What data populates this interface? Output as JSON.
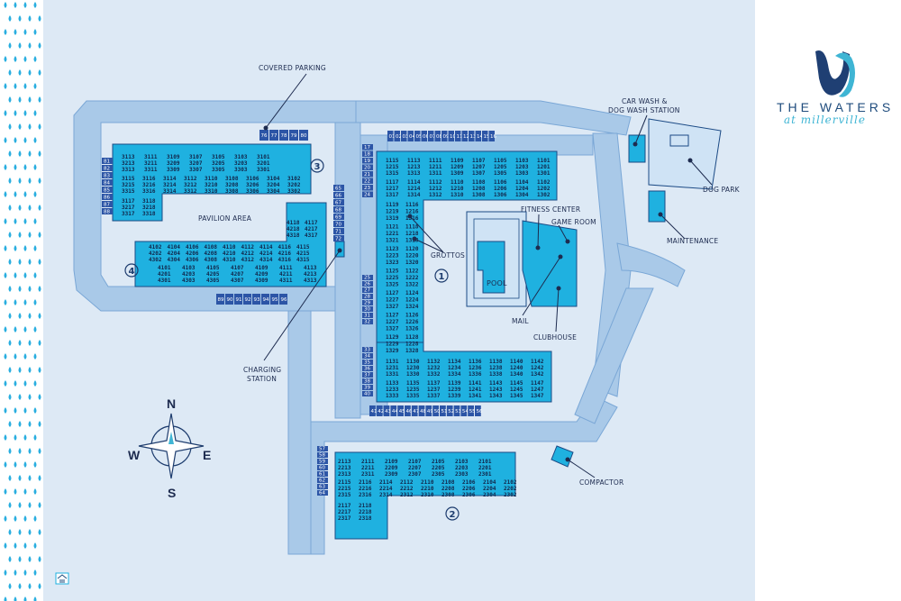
{
  "brand": {
    "title": "THE WATERS",
    "subtitle": "at millerville",
    "logo_colors": {
      "navy": "#1f3f73",
      "aqua": "#3fb5d4"
    }
  },
  "colors": {
    "background": "#dde9f5",
    "road": "#a9c9e8",
    "road_edge": "#7aa7d6",
    "building": "#1fb1e0",
    "building_edge": "#1b4a85",
    "parking_space": "#2c55a6",
    "leader": "#1d2b4f"
  },
  "labels": {
    "covered_parking": "COVERED PARKING",
    "pavilion_area": "PAVILION AREA",
    "car_wash": "CAR WASH &",
    "dog_wash": "DOG WASH STATION",
    "dog_park": "DOG PARK",
    "maintenance": "MAINTENANCE",
    "fitness_center": "FITNESS CENTER",
    "game_room": "GAME ROOM",
    "grottos": "GROTTOS",
    "pool": "POOL",
    "mail": "MAIL",
    "clubhouse": "CLUBHOUSE",
    "charging": "CHARGING",
    "station": "STATION",
    "compactor": "COMPACTOR"
  },
  "compass": {
    "n": "N",
    "s": "S",
    "e": "E",
    "w": "W"
  },
  "building_numbers": [
    "1",
    "2",
    "3",
    "4"
  ],
  "buildings": {
    "b3_row1": [
      "3113",
      "3111",
      "3109",
      "3107",
      "3105",
      "3103",
      "3101"
    ],
    "b3_row2": [
      "3213",
      "3211",
      "3209",
      "3207",
      "3205",
      "3203",
      "3201"
    ],
    "b3_row3": [
      "3313",
      "3311",
      "3309",
      "3307",
      "3305",
      "3303",
      "3301"
    ],
    "b3_row4": [
      "3115",
      "3116",
      "3114",
      "3112",
      "3110",
      "3108",
      "3106",
      "3104",
      "3102"
    ],
    "b3_row5": [
      "3215",
      "3216",
      "3214",
      "3212",
      "3210",
      "3208",
      "3206",
      "3204",
      "3202"
    ],
    "b3_row6": [
      "3315",
      "3316",
      "3314",
      "3312",
      "3310",
      "3308",
      "3306",
      "3304",
      "3302"
    ],
    "b3_row7": [
      "3117",
      "3118"
    ],
    "b3_row8": [
      "3217",
      "3218"
    ],
    "b3_row9": [
      "3317",
      "3318"
    ],
    "b4_top1": [
      "4118",
      "4117"
    ],
    "b4_top2": [
      "4218",
      "4217"
    ],
    "b4_top3": [
      "4318",
      "4317"
    ],
    "b4_row1": [
      "4102",
      "4104",
      "4106",
      "4108",
      "4110",
      "4112",
      "4114",
      "4116",
      "4115"
    ],
    "b4_row2": [
      "4202",
      "4204",
      "4206",
      "4208",
      "4210",
      "4212",
      "4214",
      "4216",
      "4215"
    ],
    "b4_row3": [
      "4302",
      "4304",
      "4306",
      "4308",
      "4310",
      "4312",
      "4314",
      "4316",
      "4315"
    ],
    "b4_row4": [
      "4101",
      "4103",
      "4105",
      "4107",
      "4109",
      "4111",
      "4113"
    ],
    "b4_row5": [
      "4201",
      "4203",
      "4205",
      "4207",
      "4209",
      "4211",
      "4213"
    ],
    "b4_row6": [
      "4301",
      "4303",
      "4305",
      "4307",
      "4309",
      "4311",
      "4313"
    ],
    "b1_top1": [
      "1115",
      "1113",
      "1111",
      "1109",
      "1107",
      "1105",
      "1103",
      "1101"
    ],
    "b1_top2": [
      "1215",
      "1213",
      "1211",
      "1209",
      "1207",
      "1205",
      "1203",
      "1201"
    ],
    "b1_top3": [
      "1315",
      "1313",
      "1311",
      "1309",
      "1307",
      "1305",
      "1303",
      "1301"
    ],
    "b1_top4": [
      "1117",
      "1114",
      "1112",
      "1110",
      "1108",
      "1106",
      "1104",
      "1102"
    ],
    "b1_top5": [
      "1217",
      "1214",
      "1212",
      "1210",
      "1208",
      "1206",
      "1204",
      "1202"
    ],
    "b1_top6": [
      "1317",
      "1314",
      "1312",
      "1310",
      "1308",
      "1306",
      "1304",
      "1302"
    ],
    "b1_left": [
      [
        "1119",
        "1116"
      ],
      [
        "1219",
        "1216"
      ],
      [
        "1319",
        "1316"
      ],
      [
        "1121",
        "1118"
      ],
      [
        "1221",
        "1218"
      ],
      [
        "1321",
        "1318"
      ],
      [
        "1123",
        "1120"
      ],
      [
        "1223",
        "1220"
      ],
      [
        "1323",
        "1320"
      ],
      [
        "1125",
        "1122"
      ],
      [
        "1225",
        "1222"
      ],
      [
        "1325",
        "1322"
      ],
      [
        "1127",
        "1124"
      ],
      [
        "1227",
        "1224"
      ],
      [
        "1327",
        "1324"
      ],
      [
        "1127",
        "1126"
      ],
      [
        "1227",
        "1226"
      ],
      [
        "1327",
        "1326"
      ],
      [
        "1129",
        "1128"
      ],
      [
        "1229",
        "1228"
      ],
      [
        "1329",
        "1328"
      ]
    ],
    "b1_bot1": [
      "1131",
      "1130",
      "1132",
      "1134",
      "1136",
      "1138",
      "1140",
      "1142"
    ],
    "b1_bot2": [
      "1231",
      "1230",
      "1232",
      "1234",
      "1236",
      "1238",
      "1240",
      "1242"
    ],
    "b1_bot3": [
      "1331",
      "1330",
      "1332",
      "1334",
      "1336",
      "1338",
      "1340",
      "1342"
    ],
    "b1_bot4": [
      "1133",
      "1135",
      "1137",
      "1139",
      "1141",
      "1143",
      "1145",
      "1147"
    ],
    "b1_bot5": [
      "1233",
      "1235",
      "1237",
      "1239",
      "1241",
      "1243",
      "1245",
      "1247"
    ],
    "b1_bot6": [
      "1333",
      "1335",
      "1337",
      "1339",
      "1341",
      "1343",
      "1345",
      "1347"
    ],
    "b2_row1": [
      "2113",
      "2111",
      "2109",
      "2107",
      "2105",
      "2103",
      "2101"
    ],
    "b2_row2": [
      "2213",
      "2211",
      "2209",
      "2207",
      "2205",
      "2203",
      "2201"
    ],
    "b2_row3": [
      "2313",
      "2311",
      "2309",
      "2307",
      "2305",
      "2303",
      "2301"
    ],
    "b2_row4": [
      "2115",
      "2116",
      "2114",
      "2112",
      "2110",
      "2108",
      "2106",
      "2104",
      "2102"
    ],
    "b2_row5": [
      "2215",
      "2216",
      "2214",
      "2212",
      "2210",
      "2208",
      "2206",
      "2204",
      "2202"
    ],
    "b2_row6": [
      "2315",
      "2316",
      "2314",
      "2312",
      "2310",
      "2308",
      "2306",
      "2304",
      "2302"
    ],
    "b2_row7": [
      "2117",
      "2118"
    ],
    "b2_row8": [
      "2217",
      "2218"
    ],
    "b2_row9": [
      "2317",
      "2318"
    ]
  },
  "parking": {
    "left_column": [
      "81",
      "82",
      "83",
      "84",
      "85",
      "86",
      "87",
      "88"
    ],
    "covered_top": [
      "76",
      "77",
      "78",
      "79",
      "80"
    ],
    "mid_column": [
      "65",
      "66",
      "67",
      "68",
      "69",
      "70",
      "71",
      "72"
    ],
    "center_column_top": [
      "17",
      "18",
      "19",
      "20",
      "21",
      "22",
      "23",
      "24"
    ],
    "center_column_mid": [
      "25",
      "26",
      "27",
      "28",
      "29",
      "30",
      "31",
      "32"
    ],
    "center_column_low": [
      "33",
      "34",
      "35",
      "36",
      "37",
      "38",
      "39",
      "40"
    ],
    "bottom_left_column": [
      "57",
      "58",
      "59",
      "60",
      "61",
      "62",
      "63",
      "64"
    ],
    "top_row": [
      "01",
      "02",
      "03",
      "04",
      "05",
      "06",
      "07",
      "08",
      "09",
      "10",
      "11",
      "12",
      "13",
      "14",
      "15",
      "16"
    ],
    "bottom_row": [
      "41",
      "42",
      "43",
      "44",
      "45",
      "46",
      "47",
      "48",
      "49",
      "50",
      "51",
      "52",
      "53",
      "54",
      "55",
      "56"
    ],
    "b4_row": [
      "89",
      "90",
      "91",
      "92",
      "93",
      "94",
      "95",
      "96"
    ]
  }
}
